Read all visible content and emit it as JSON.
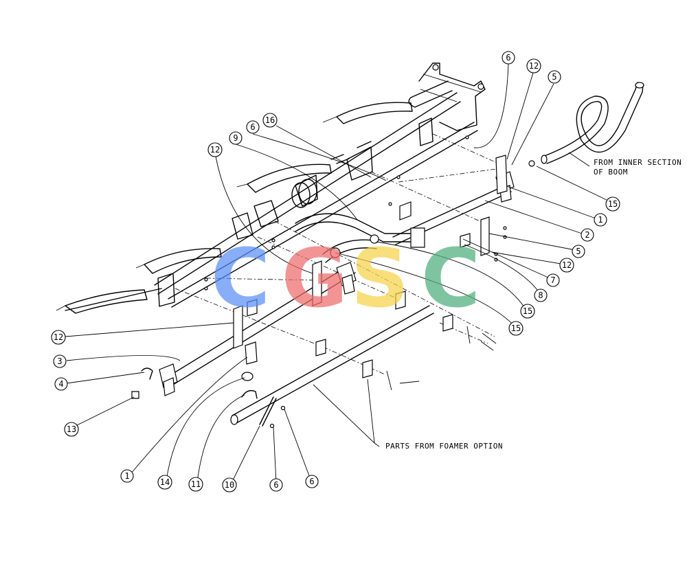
{
  "labels": {
    "inner_section": [
      "FROM INNER SECTION",
      "OF BOOM"
    ],
    "foamer_parts": "PARTS FROM FOAMER OPTION"
  },
  "watermark": {
    "letters": [
      "C",
      "G",
      "S",
      "C"
    ],
    "colors": [
      "#5b8ff6",
      "#ee6b6b",
      "#f7d24a",
      "#4fae7c"
    ]
  },
  "callouts": [
    {
      "id": "c-6a",
      "text": "6"
    },
    {
      "id": "c-12a",
      "text": "12"
    },
    {
      "id": "c-5a",
      "text": "5"
    },
    {
      "id": "c-16",
      "text": "16"
    },
    {
      "id": "c-6b",
      "text": "6"
    },
    {
      "id": "c-9",
      "text": "9"
    },
    {
      "id": "c-12b",
      "text": "12"
    },
    {
      "id": "c-15a",
      "text": "15"
    },
    {
      "id": "c-1a",
      "text": "1"
    },
    {
      "id": "c-2",
      "text": "2"
    },
    {
      "id": "c-5b",
      "text": "5"
    },
    {
      "id": "c-12c",
      "text": "12"
    },
    {
      "id": "c-7",
      "text": "7"
    },
    {
      "id": "c-8",
      "text": "8"
    },
    {
      "id": "c-15b",
      "text": "15"
    },
    {
      "id": "c-15c",
      "text": "15"
    },
    {
      "id": "c-12d",
      "text": "12"
    },
    {
      "id": "c-3",
      "text": "3"
    },
    {
      "id": "c-4",
      "text": "4"
    },
    {
      "id": "c-13",
      "text": "13"
    },
    {
      "id": "c-1b",
      "text": "1"
    },
    {
      "id": "c-14",
      "text": "14"
    },
    {
      "id": "c-11",
      "text": "11"
    },
    {
      "id": "c-10",
      "text": "10"
    },
    {
      "id": "c-6c",
      "text": "6"
    },
    {
      "id": "c-6d",
      "text": "6"
    }
  ]
}
